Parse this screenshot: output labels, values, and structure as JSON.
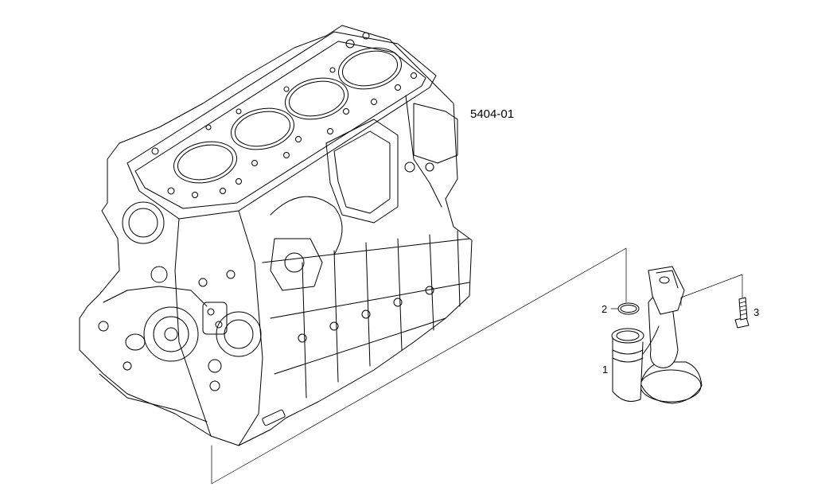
{
  "diagram": {
    "group_code": "5404-01",
    "callouts": [
      {
        "number": "1"
      },
      {
        "number": "2"
      },
      {
        "number": "3"
      }
    ]
  }
}
